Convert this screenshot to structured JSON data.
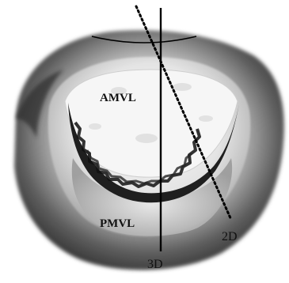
{
  "labels": {
    "amvl": "AMVL",
    "pmvl": "PMVL",
    "line_2d": "2D",
    "line_3d": "3D"
  },
  "colors": {
    "background": "#ffffff",
    "tissue_dark": "#3a3a3a",
    "tissue_light": "#e8e8e8",
    "leaflet_edge": "#1a1a1a",
    "lines": "#000000"
  }
}
